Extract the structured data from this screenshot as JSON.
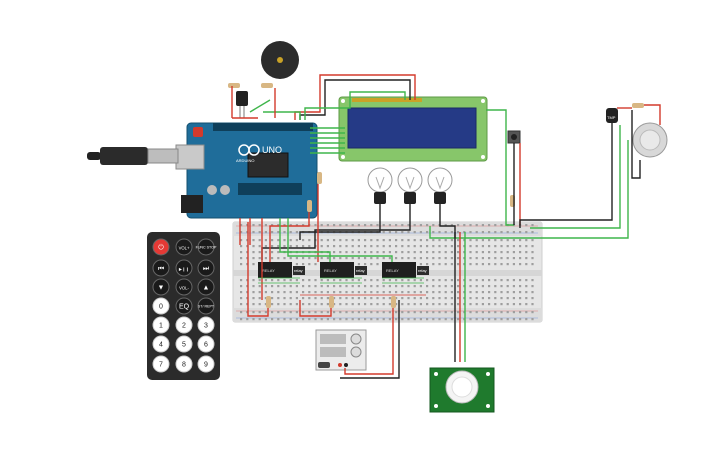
{
  "colors": {
    "arduino_board": "#1f6d9a",
    "breadboard": "#e4e4e4",
    "lcd_screen": "#253a86",
    "lcd_frame": "#87c66a",
    "wire_red": "#d33a2c",
    "wire_green": "#3fb54b",
    "wire_black": "#222222",
    "remote_body": "#2b2b2b",
    "pir_board": "#1f7a2d",
    "power_button": "#e53935"
  },
  "arduino": {
    "logo_text": "UNO",
    "brand_text": "ARDUINO"
  },
  "remote": {
    "buttons": [
      {
        "label": "⏻",
        "icon": "power-icon"
      },
      {
        "label": "VOL+",
        "icon": ""
      },
      {
        "label": "FUNC STOP",
        "icon": ""
      },
      {
        "label": "⏮",
        "icon": "rewind-icon"
      },
      {
        "label": "▶❙❙",
        "icon": "play-pause-icon"
      },
      {
        "label": "⏭",
        "icon": "fast-forward-icon"
      },
      {
        "label": "▼",
        "icon": "down-icon"
      },
      {
        "label": "VOL-",
        "icon": ""
      },
      {
        "label": "▲",
        "icon": "up-icon"
      },
      {
        "label": "0",
        "icon": ""
      },
      {
        "label": "EQ",
        "icon": ""
      },
      {
        "label": "ST/ REPT",
        "icon": ""
      },
      {
        "label": "1",
        "icon": ""
      },
      {
        "label": "2",
        "icon": ""
      },
      {
        "label": "3",
        "icon": ""
      },
      {
        "label": "4",
        "icon": ""
      },
      {
        "label": "5",
        "icon": ""
      },
      {
        "label": "6",
        "icon": ""
      },
      {
        "label": "7",
        "icon": ""
      },
      {
        "label": "8",
        "icon": ""
      },
      {
        "label": "9",
        "icon": ""
      }
    ]
  },
  "relays": [
    {
      "label": "relay",
      "module": "RELAY"
    },
    {
      "label": "relay",
      "module": "RELAY"
    },
    {
      "label": "relay",
      "module": "RELAY"
    }
  ],
  "sensors": {
    "temperature_label": "TMP"
  }
}
